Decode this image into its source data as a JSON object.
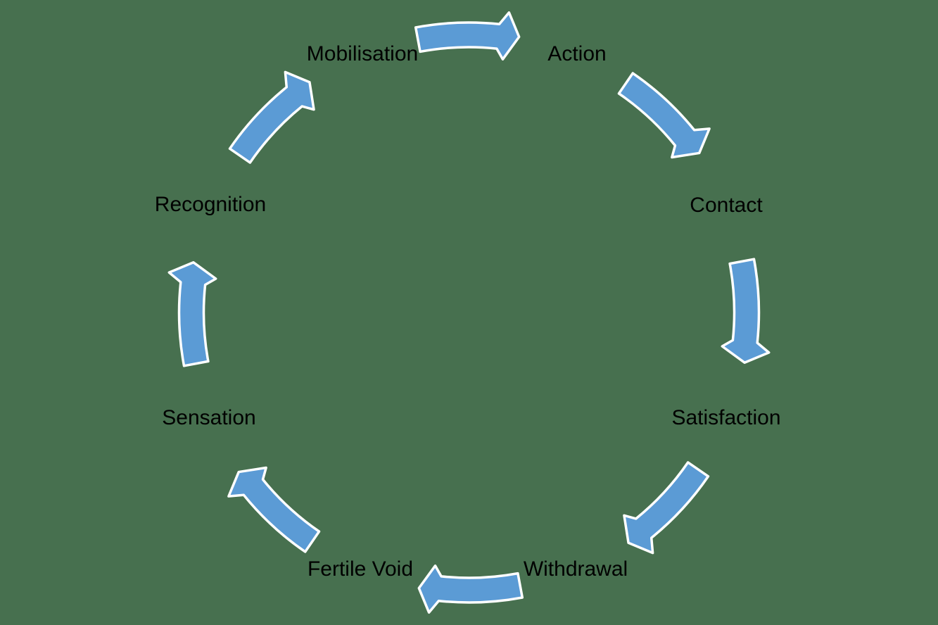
{
  "diagram": {
    "type": "cycle",
    "direction": "clockwise",
    "stages": [
      {
        "label": "Mobilisation"
      },
      {
        "label": "Action"
      },
      {
        "label": "Contact"
      },
      {
        "label": "Satisfaction"
      },
      {
        "label": "Withdrawal"
      },
      {
        "label": "Fertile Void"
      },
      {
        "label": "Sensation"
      },
      {
        "label": "Recognition"
      }
    ],
    "arrows": [
      {
        "from": "Mobilisation",
        "to": "Action"
      },
      {
        "from": "Action",
        "to": "Contact"
      },
      {
        "from": "Contact",
        "to": "Satisfaction"
      },
      {
        "from": "Satisfaction",
        "to": "Withdrawal"
      },
      {
        "from": "Withdrawal",
        "to": "Fertile Void"
      },
      {
        "from": "Fertile Void",
        "to": "Sensation"
      },
      {
        "from": "Sensation",
        "to": "Recognition"
      },
      {
        "from": "Recognition",
        "to": "Mobilisation"
      }
    ],
    "colors": {
      "background": "#47704F",
      "arrow_fill": "#5B9BD5",
      "arrow_outline": "#FFFFFF",
      "label_text": "#000000"
    }
  }
}
